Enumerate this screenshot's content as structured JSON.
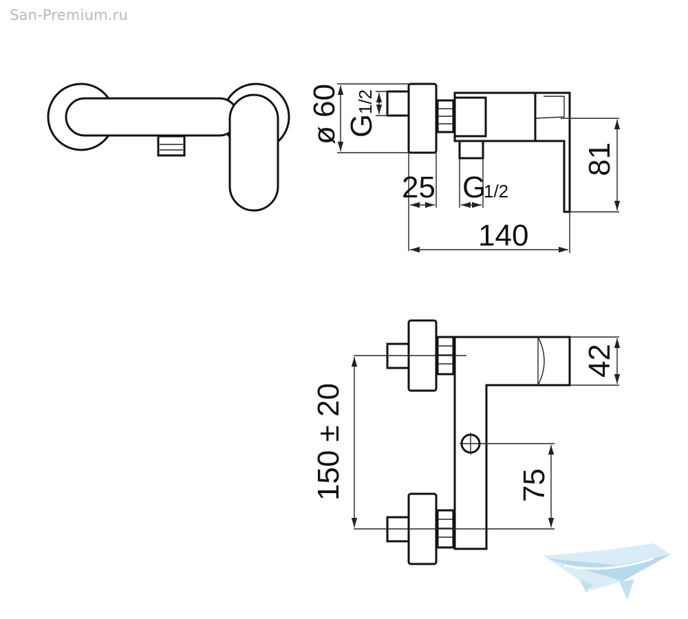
{
  "watermark": "San-Premium.ru",
  "dimensions": {
    "diameter": "ø 60",
    "thread_top_main": "G",
    "thread_top_frac": "1/2",
    "thread_bottom_main": "G",
    "thread_bottom_frac": "1/2",
    "d25": "25",
    "d81": "81",
    "d140": "140",
    "d42": "42",
    "d150": "150 ± 20",
    "d75": "75"
  },
  "colors": {
    "line": "#111111",
    "watermark": "#b8b8b8",
    "logo": "#a9d4ec"
  },
  "logo_icon": "bathtub-logo-icon"
}
